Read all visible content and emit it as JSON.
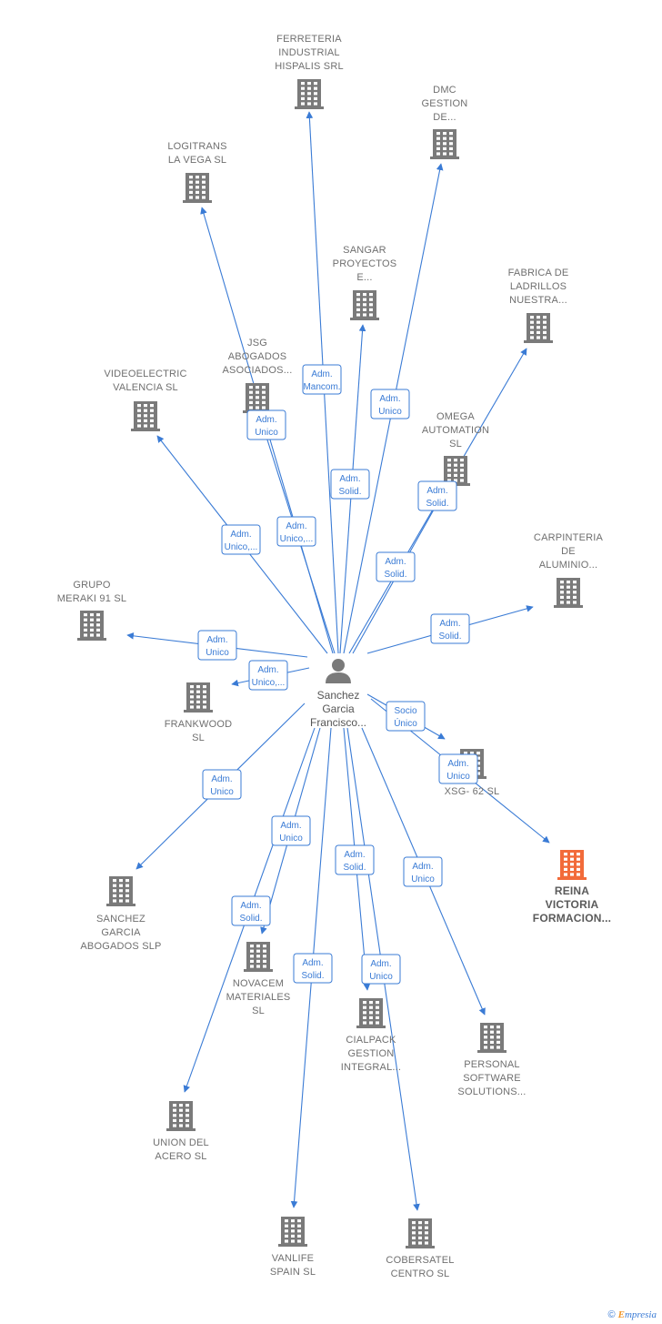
{
  "colors": {
    "edge": "#3a7bd5",
    "building": "#7a7a7a",
    "highlight": "#f26b3a",
    "person": "#7a7a7a"
  },
  "center": {
    "label_lines": [
      "Sanchez",
      "Garcia",
      "Francisco..."
    ],
    "icon": "person-icon"
  },
  "companies": [
    {
      "id": "ferreteria",
      "lines": [
        "FERRETERIA",
        "INDUSTRIAL",
        "HISPALIS SRL"
      ]
    },
    {
      "id": "dmc",
      "lines": [
        "DMC",
        "GESTION",
        "DE..."
      ]
    },
    {
      "id": "logitrans",
      "lines": [
        "LOGITRANS",
        "LA VEGA  SL"
      ]
    },
    {
      "id": "sangar",
      "lines": [
        "SANGAR",
        "PROYECTOS",
        "E..."
      ]
    },
    {
      "id": "fabrica",
      "lines": [
        "FABRICA DE",
        "LADRILLOS",
        "NUESTRA..."
      ]
    },
    {
      "id": "jsg",
      "lines": [
        "JSG",
        "ABOGADOS",
        "ASOCIADOS..."
      ]
    },
    {
      "id": "videoelectric",
      "lines": [
        "VIDEOELECTRIC",
        "VALENCIA  SL"
      ]
    },
    {
      "id": "omega",
      "lines": [
        "OMEGA",
        "AUTOMATION",
        "SL"
      ]
    },
    {
      "id": "carpinteria",
      "lines": [
        "CARPINTERIA",
        "DE",
        "ALUMINIO..."
      ]
    },
    {
      "id": "grupo",
      "lines": [
        "GRUPO",
        "MERAKI 91  SL"
      ]
    },
    {
      "id": "frankwood",
      "lines": [
        "FRANKWOOD",
        "SL"
      ]
    },
    {
      "id": "xsg",
      "lines": [
        "XSG- 62 SL"
      ]
    },
    {
      "id": "reina",
      "lines": [
        "REINA",
        "VICTORIA",
        "FORMACION..."
      ],
      "highlight": true
    },
    {
      "id": "sanchezgarcia",
      "lines": [
        "SANCHEZ",
        "GARCIA",
        "ABOGADOS SLP"
      ]
    },
    {
      "id": "novacem",
      "lines": [
        "NOVACEM",
        "MATERIALES",
        "SL"
      ]
    },
    {
      "id": "cialpack",
      "lines": [
        "CIALPACK",
        "GESTION",
        "INTEGRAL..."
      ]
    },
    {
      "id": "personal",
      "lines": [
        "PERSONAL",
        "SOFTWARE",
        "SOLUTIONS..."
      ]
    },
    {
      "id": "union",
      "lines": [
        "UNION DEL",
        "ACERO  SL"
      ]
    },
    {
      "id": "vanlife",
      "lines": [
        "VANLIFE",
        "SPAIN  SL"
      ]
    },
    {
      "id": "cobersatel",
      "lines": [
        "COBERSATEL",
        "CENTRO SL"
      ]
    }
  ],
  "edges": [
    {
      "to": "ferreteria",
      "label": [
        "Adm.",
        "Mancom."
      ]
    },
    {
      "to": "dmc",
      "label": [
        "Adm.",
        "Unico"
      ]
    },
    {
      "to": "logitrans",
      "label": [
        "Adm.",
        "Unico"
      ]
    },
    {
      "to": "sangar",
      "label": [
        "Adm.",
        "Solid."
      ]
    },
    {
      "to": "fabrica",
      "label": [
        "Adm.",
        "Solid."
      ]
    },
    {
      "to": "jsg",
      "label": [
        "Adm.",
        "Unico,..."
      ]
    },
    {
      "to": "videoelectric",
      "label": [
        "Adm.",
        "Unico,..."
      ]
    },
    {
      "to": "omega",
      "label": [
        "Adm.",
        "Solid."
      ]
    },
    {
      "to": "carpinteria",
      "label": [
        "Adm.",
        "Solid."
      ]
    },
    {
      "to": "grupo",
      "label": [
        "Adm.",
        "Unico"
      ]
    },
    {
      "to": "frankwood",
      "label": [
        "Adm.",
        "Unico,..."
      ]
    },
    {
      "to": "xsg",
      "label": [
        "Socio",
        "Único"
      ]
    },
    {
      "to": "reina",
      "label": [
        "Adm.",
        "Unico"
      ]
    },
    {
      "to": "sanchezgarcia",
      "label": [
        "Adm.",
        "Unico"
      ]
    },
    {
      "to": "novacem",
      "label": [
        "Adm.",
        "Unico"
      ]
    },
    {
      "to": "union",
      "label": [
        "Adm.",
        "Solid."
      ]
    },
    {
      "to": "cialpack",
      "label": [
        "Adm.",
        "Solid."
      ]
    },
    {
      "to": "personal",
      "label": [
        "Adm.",
        "Unico"
      ]
    },
    {
      "to": "vanlife",
      "label": [
        "Adm.",
        "Solid."
      ]
    },
    {
      "to": "cobersatel",
      "label": [
        "Adm.",
        "Unico"
      ]
    }
  ],
  "footer": {
    "copyright": "©",
    "brand_first": "E",
    "brand_rest": "mpresia"
  }
}
